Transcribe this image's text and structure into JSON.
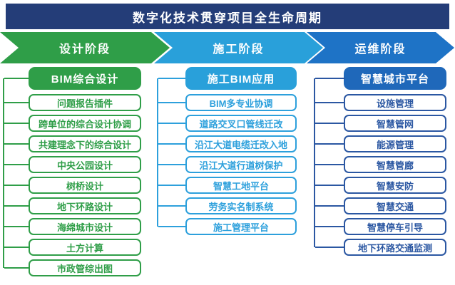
{
  "title": "数字化技术贯穿项目全生命周期",
  "phases": [
    {
      "label": "设计阶段",
      "color": "#2f9e48"
    },
    {
      "label": "施工阶段",
      "color": "#29a0da"
    },
    {
      "label": "运维阶段",
      "color": "#1e73c6"
    }
  ],
  "title_bar_color": "#243d78",
  "columns": [
    {
      "header": "BIM综合设计",
      "color": "#2f9e48",
      "items": [
        "问题报告插件",
        "跨单位的综合设计协调",
        "共建理念下的综合设计",
        "中央公园设计",
        "树桥设计",
        "地下环路设计",
        "海绵城市设计",
        "土方计算",
        "市政管综出图"
      ]
    },
    {
      "header": "施工BIM应用",
      "color": "#29a0da",
      "items": [
        "BIM多专业协调",
        "道路交叉口管线迁改",
        "沿江大道电缆迁改入地",
        "沿江大道行道树保护",
        "智慧工地平台",
        "劳务实名制系统",
        "施工管理平台"
      ]
    },
    {
      "header": "智慧城市平台",
      "color": "#1f68ba",
      "items": [
        "设施管理",
        "智慧管网",
        "能源管理",
        "智慧管廊",
        "智慧安防",
        "智慧交通",
        "智慧停车引导",
        "地下环路交通监测"
      ]
    }
  ]
}
